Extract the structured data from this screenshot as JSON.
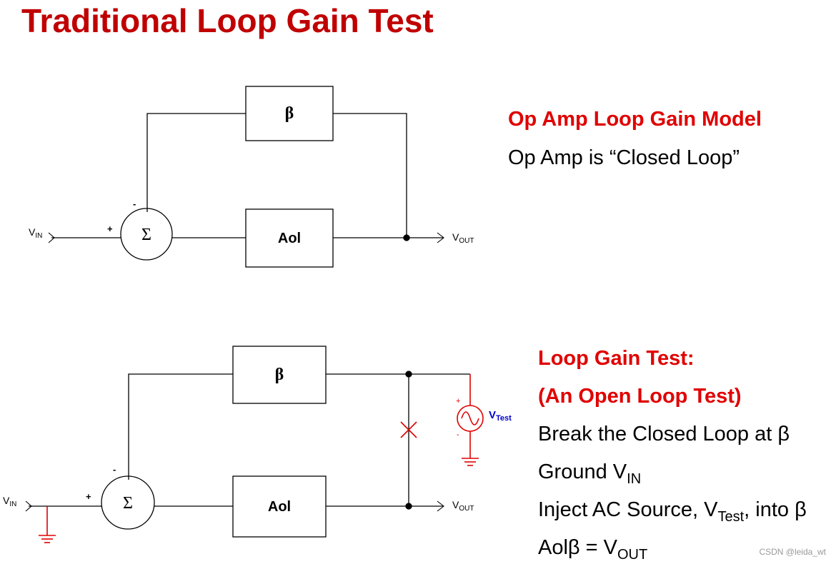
{
  "title": "Traditional Loop Gain Test",
  "diagram1": {
    "beta_label": "β",
    "aol_label": "Aol",
    "sum_label": "Σ",
    "vin": "V",
    "vin_sub": "IN",
    "vout": "V",
    "vout_sub": "OUT",
    "plus": "+",
    "minus": "-"
  },
  "diagram2": {
    "beta_label": "β",
    "aol_label": "Aol",
    "sum_label": "Σ",
    "vin": "V",
    "vin_sub": "IN",
    "vout": "V",
    "vout_sub": "OUT",
    "vtest": "V",
    "vtest_sub": "Test",
    "plus": "+",
    "minus": "-",
    "src_plus": "+",
    "src_minus": "-"
  },
  "text1": {
    "heading": "Op Amp Loop Gain Model",
    "line": "Op Amp is “Closed Loop”"
  },
  "text2": {
    "heading1": "Loop Gain Test:",
    "heading2": "(An Open Loop Test)",
    "line1": "Break the Closed Loop at β",
    "line2_main": "Ground V",
    "line2_sub": "IN",
    "line3_a": "Inject AC Source, V",
    "line3_sub": "Test",
    "line3_b": ", into β",
    "line4_main": "Aolβ = V",
    "line4_sub": "OUT"
  },
  "watermark": "CSDN @leida_wt",
  "colors": {
    "title": "#c00000",
    "heading": "#e00000",
    "break": "#e00000",
    "vtest": "#0000cc"
  }
}
